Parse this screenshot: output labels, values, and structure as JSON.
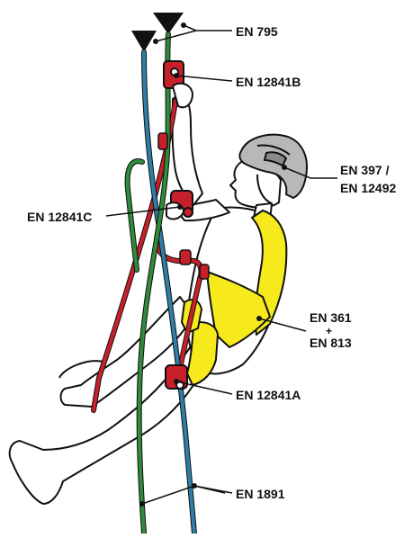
{
  "labels": {
    "en795": "EN 795",
    "en12841b": "EN 12841B",
    "en397_line1": "EN 397 /",
    "en397_line2": "EN 12492",
    "en12841c": "EN 12841C",
    "en361_line1": "EN 361",
    "en361_plus": "+",
    "en361_line2": "EN 813",
    "en12841a": "EN 12841A",
    "en1891": "EN 1891"
  },
  "colors": {
    "rope_blue": "#2e7ea6",
    "rope_green": "#2f8a3a",
    "device_red": "#c8202a",
    "harness_yellow": "#f6ea1d",
    "helmet_grey": "#b8b8b8",
    "outline": "#111111"
  }
}
